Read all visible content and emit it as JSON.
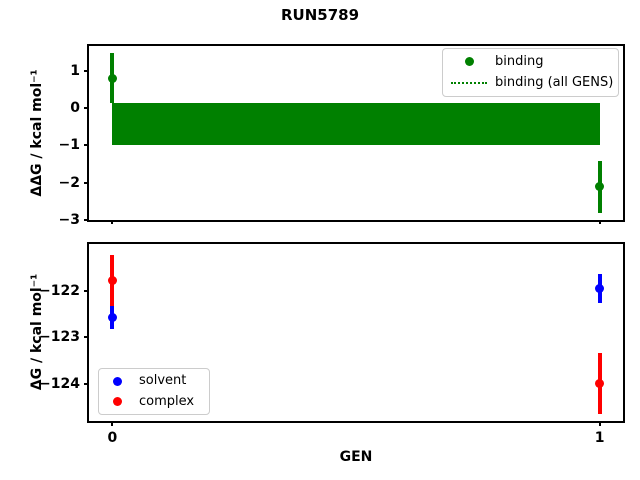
{
  "title": "RUN5789",
  "colors": {
    "binding": "#008000",
    "solvent": "#0000ff",
    "complex": "#ff0000",
    "axes": "#000000",
    "legend_border": "#cccccc",
    "background": "#ffffff"
  },
  "chart_data": [
    {
      "type": "scatter",
      "title": "",
      "ylabel": "ΔΔG / kcal mol⁻¹",
      "xlabel": "",
      "ylim": [
        -3.0,
        1.69
      ],
      "xlim": [
        -0.05,
        1.05
      ],
      "yticks": [
        1,
        0,
        -1,
        -2,
        -3
      ],
      "xticks": [
        0,
        1
      ],
      "xticklabels_visible": false,
      "grid": false,
      "series": [
        {
          "name": "binding",
          "color": "#008000",
          "marker": "circle",
          "points": [
            {
              "x": 0,
              "y": 0.8,
              "yerr": 0.67
            },
            {
              "x": 1,
              "y": -2.11,
              "yerr": 0.69
            }
          ]
        }
      ],
      "band": {
        "name": "binding (all GENS)",
        "x0": 0,
        "x1": 1,
        "ylo": -0.99,
        "yhi": 0.13,
        "center": -0.43,
        "color": "#008000",
        "line_style": "dotted"
      },
      "legend": {
        "position": "top-right",
        "entries": [
          {
            "label": "binding",
            "swatch": "circle",
            "color": "#008000"
          },
          {
            "label": "binding (all GENS)",
            "swatch": "dotted-line",
            "color": "#008000"
          }
        ]
      }
    },
    {
      "type": "scatter",
      "title": "",
      "ylabel": "ΔG / kcal mol⁻¹",
      "xlabel": "GEN",
      "ylim": [
        -124.81,
        -120.98
      ],
      "xlim": [
        -0.05,
        1.05
      ],
      "yticks": [
        -122,
        -123,
        -124
      ],
      "xticks": [
        0,
        1
      ],
      "xticklabels_visible": true,
      "grid": false,
      "series": [
        {
          "name": "solvent",
          "color": "#0000ff",
          "marker": "circle",
          "points": [
            {
              "x": 0,
              "y": -122.57,
              "yerr": 0.25
            },
            {
              "x": 1,
              "y": -121.95,
              "yerr": 0.31
            }
          ]
        },
        {
          "name": "complex",
          "color": "#ff0000",
          "marker": "circle",
          "points": [
            {
              "x": 0,
              "y": -121.78,
              "yerr": 0.55
            },
            {
              "x": 1,
              "y": -123.98,
              "yerr": 0.65
            }
          ]
        }
      ],
      "legend": {
        "position": "bottom-left",
        "entries": [
          {
            "label": "solvent",
            "swatch": "circle",
            "color": "#0000ff"
          },
          {
            "label": "complex",
            "swatch": "circle",
            "color": "#ff0000"
          }
        ]
      }
    }
  ]
}
